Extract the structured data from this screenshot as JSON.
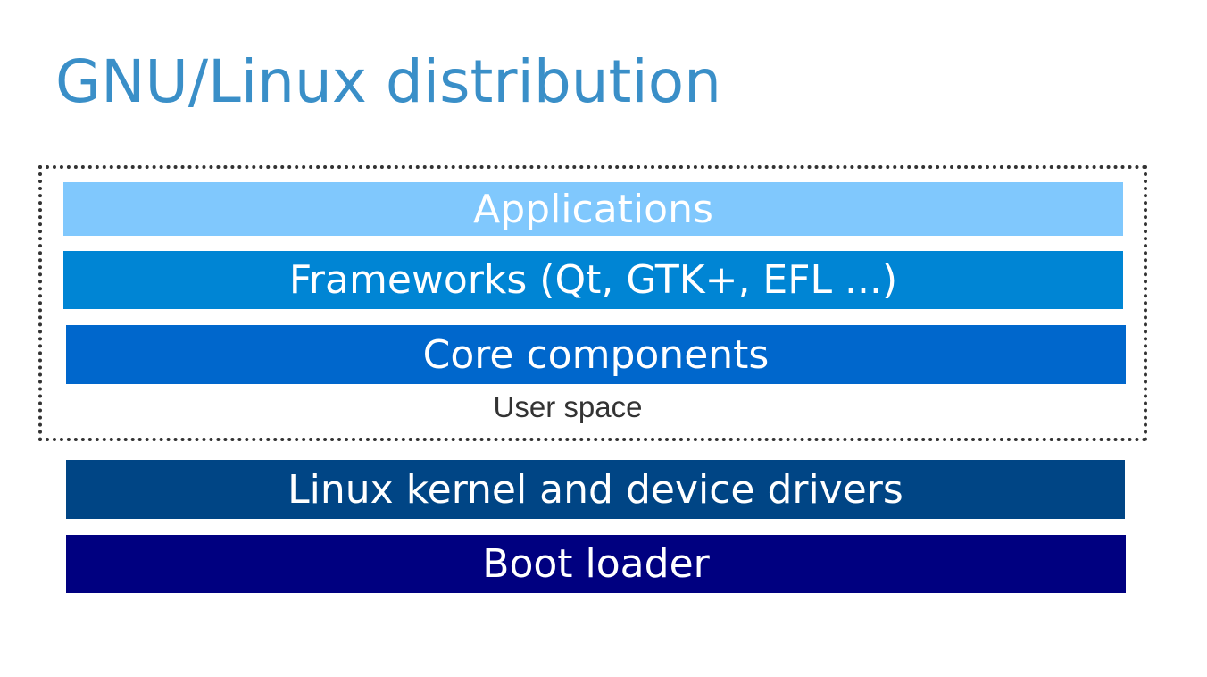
{
  "title": "GNU/Linux distribution",
  "user_space": {
    "label": "User space",
    "border_color": "#333333"
  },
  "layers": [
    {
      "label": "Applications",
      "color": "#80c8fd"
    },
    {
      "label": "Frameworks (Qt, GTK+, EFL ...)",
      "color": "#0085d4"
    },
    {
      "label": "Core components",
      "color": "#0067cc"
    },
    {
      "label": "Linux kernel and device drivers",
      "color": "#004585"
    },
    {
      "label": "Boot loader",
      "color": "#000080"
    }
  ]
}
